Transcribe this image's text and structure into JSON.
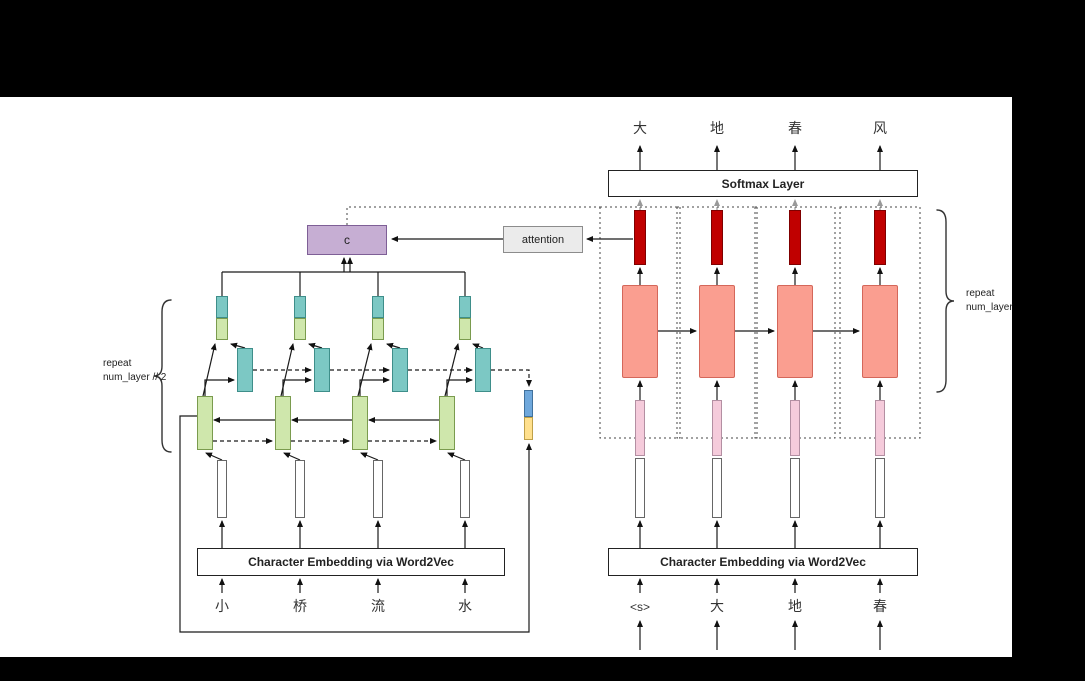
{
  "diagram": {
    "softmax_label": "Softmax Layer",
    "encoder_embedding_label": "Character Embedding via Word2Vec",
    "decoder_embedding_label": "Character Embedding via Word2Vec",
    "context_label": "c",
    "attention_label": "attention",
    "encoder_repeat": {
      "line1": "repeat",
      "line2": "num_layer // 2"
    },
    "decoder_repeat": {
      "line1": "repeat",
      "line2": "num_layer"
    },
    "encoder_inputs": [
      "小",
      "桥",
      "流",
      "水"
    ],
    "decoder_inputs": [
      "<s>",
      "大",
      "地",
      "春"
    ],
    "decoder_outputs": [
      "大",
      "地",
      "春",
      "风"
    ],
    "colors": {
      "encoder_layer1_green": "#cfe7ac",
      "encoder_layer2_teal": "#7cc8c4",
      "decoder_hidden_salmon": "#fa9e90",
      "decoder_logit_red": "#c00000",
      "decoder_embedding_pink": "#f5cbdb",
      "context_lavender": "#c6aed3",
      "attention_gray": "#ebebeb",
      "state_blue": "#6fa8dc",
      "state_yellow": "#ffe08d"
    }
  }
}
